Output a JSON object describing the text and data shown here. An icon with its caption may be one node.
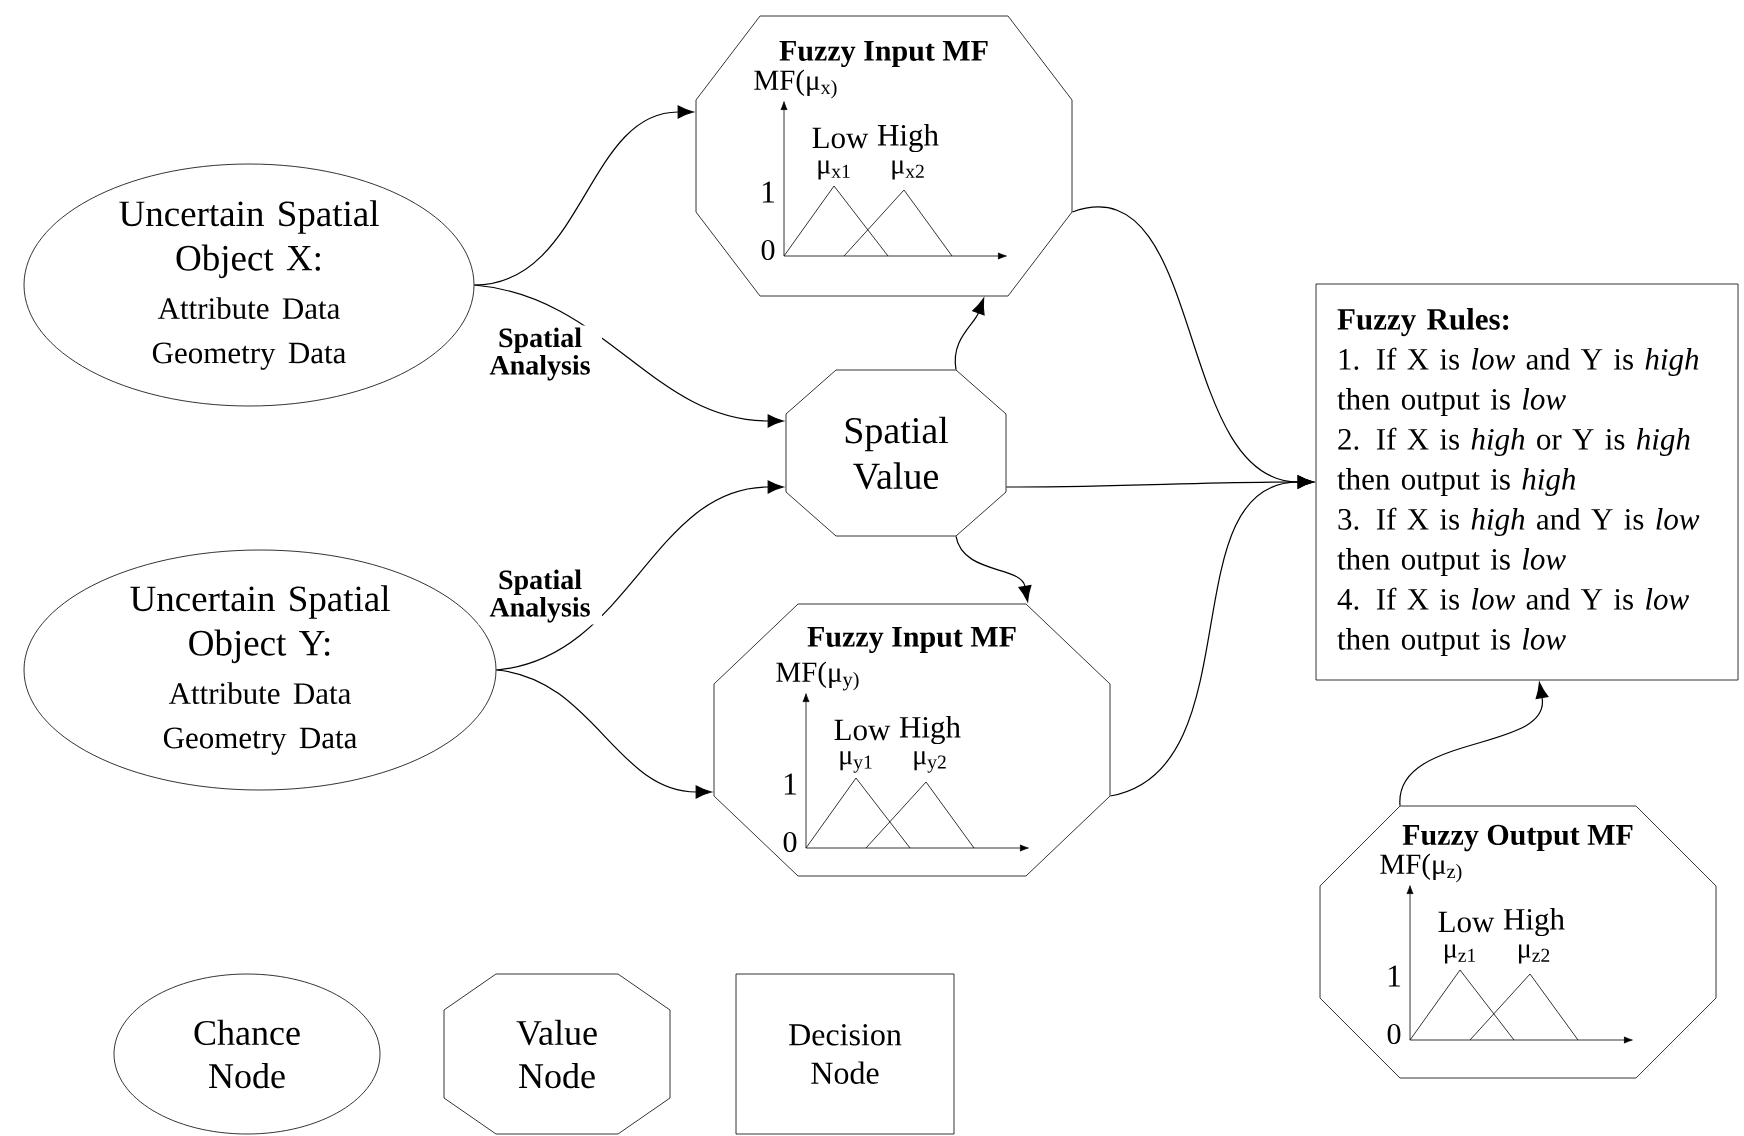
{
  "diagram": {
    "nodes": [
      {
        "text": [
          "Uncertain Spatial Object X:",
          "Attribute Data Geometry Data"
        ]
      },
      {
        "text": [
          "Uncertain Spatial Object Y:",
          "Attribute Data Geometry Data"
        ]
      },
      {
        "text": [
          "Fuzzy Input MF",
          "MF(μ$_{x)}$",
          "Low",
          "μ$_{x1}$",
          "High",
          "μ$_{x2}$",
          "1",
          "0"
        ]
      },
      {
        "text": [
          "Spatial Value"
        ]
      },
      {
        "text": [
          "Fuzzy Input MF",
          "MF(μ$_{y)}$",
          "Low",
          "μ$_{y1}$",
          "High",
          "μ$_{y2}$",
          "1",
          "0"
        ]
      },
      {
        "text": [
          "Fuzzy Rules:",
          "1. If X is *low* and Y is *high* then output is *low*",
          "2. If X is *high* or Y is *high* then output is *high*",
          "3. If X is *high* and Y is *low* then output is *low*",
          "4. If X is *low* and Y is *low* then output is *low*"
        ]
      },
      {
        "text": [
          "Fuzzy Output MF",
          "MF(μ$_{z)}$",
          "Low",
          "μ$_{z1}$",
          "High",
          "μ$_{z2}$",
          "1",
          "0"
        ]
      },
      {
        "text": [
          "Chance Node"
        ]
      },
      {
        "text": [
          "Value Node"
        ]
      },
      {
        "text": [
          "Decision Node"
        ]
      }
    ],
    "edges": [
      {
        "from": 0,
        "to": 2,
        "arrow": "to"
      },
      {
        "from": 0,
        "to": 3,
        "arrow": "to",
        "label": "Spatial Analysis"
      },
      {
        "from": 1,
        "to": 3,
        "arrow": "to",
        "label": "Spatial Analysis"
      },
      {
        "from": 1,
        "to": 4,
        "arrow": "to"
      },
      {
        "from": 3,
        "to": 2,
        "arrow": "to"
      },
      {
        "from": 3,
        "to": 4,
        "arrow": "to"
      },
      {
        "from": 2,
        "to": 5,
        "arrow": "to"
      },
      {
        "from": 3,
        "to": 5,
        "arrow": "to"
      },
      {
        "from": 4,
        "to": 5,
        "arrow": "to"
      },
      {
        "from": 6,
        "to": 5,
        "arrow": "to"
      }
    ]
  }
}
